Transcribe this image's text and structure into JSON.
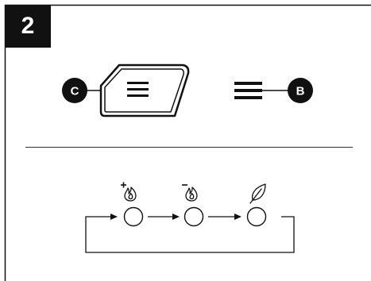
{
  "step": {
    "number": "2"
  },
  "callouts": {
    "c": "C",
    "b": "B"
  },
  "modes": {
    "items": [
      {
        "icon": "flame-plus-icon"
      },
      {
        "icon": "flame-minus-icon"
      },
      {
        "icon": "leaf-icon"
      }
    ]
  },
  "colors": {
    "ink": "#111111",
    "badge": "#111111",
    "background": "#ffffff"
  }
}
